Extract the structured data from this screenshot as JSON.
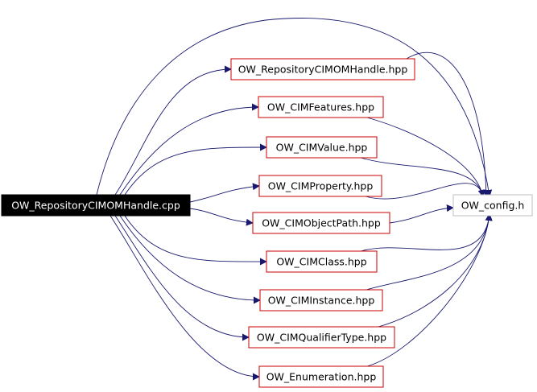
{
  "diagram": {
    "source": {
      "label": "OW_RepositoryCIMOMHandle.cpp",
      "fill": "#000000",
      "text_color": "#ffffff"
    },
    "target": {
      "label": "OW_config.h",
      "border": "#bfbfbf"
    },
    "headers": [
      {
        "label": "OW_RepositoryCIMOMHandle.hpp"
      },
      {
        "label": "OW_CIMFeatures.hpp"
      },
      {
        "label": "OW_CIMValue.hpp"
      },
      {
        "label": "OW_CIMProperty.hpp"
      },
      {
        "label": "OW_CIMObjectPath.hpp"
      },
      {
        "label": "OW_CIMClass.hpp"
      },
      {
        "label": "OW_CIMInstance.hpp"
      },
      {
        "label": "OW_CIMQualifierType.hpp"
      },
      {
        "label": "OW_Enumeration.hpp"
      }
    ],
    "header_border": "#cc0000",
    "edge_color": "#191970"
  }
}
